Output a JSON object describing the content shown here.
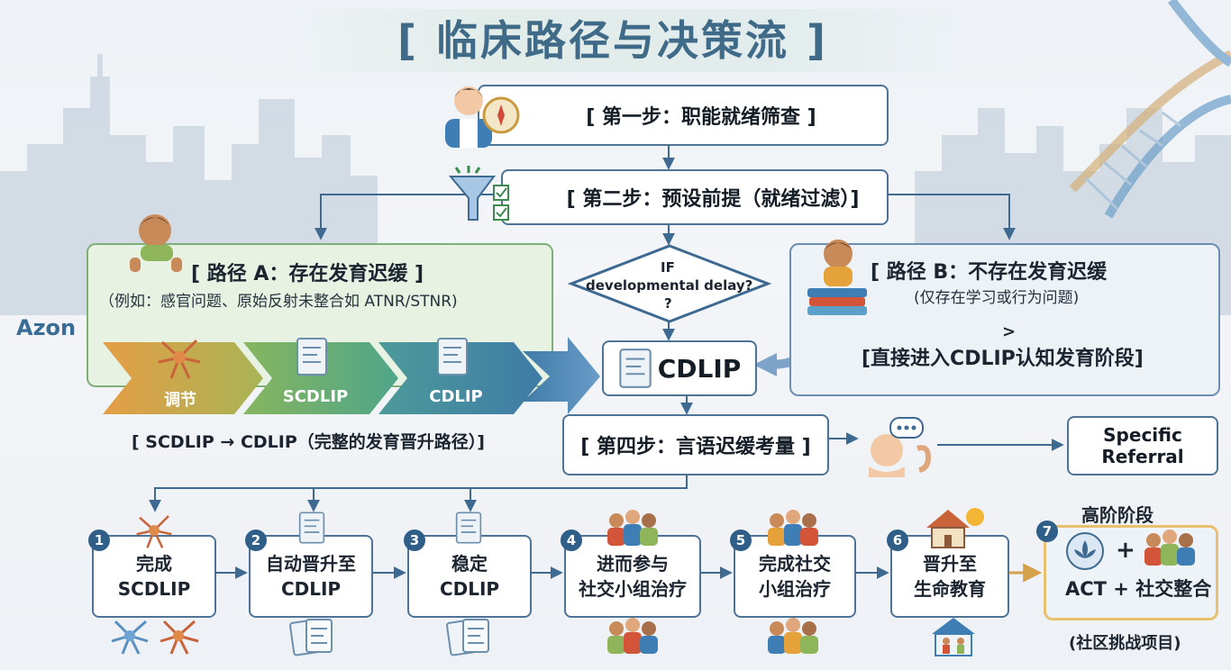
{
  "title": "[ 临床路径与决策流 ]",
  "brand": "Azon",
  "step1": "[ 第一步：职能就绪筛查 ]",
  "step2": "[ 第二步：预设前提（就绪过滤）]",
  "decision": {
    "line1": "IF",
    "line2": "developmental delay?",
    "line3": "?"
  },
  "path_a": {
    "title": "[ 路径 A：存在发育迟缓 ]",
    "example": "（例如：感官问题、原始反射未整合如 ATNR/STNR)",
    "chevrons": [
      "调节",
      "SCDLIP",
      "CDLIP"
    ],
    "caption": "[ SCDLIP → CDLIP（完整的发育晋升路径）]"
  },
  "path_b": {
    "title": "[ 路径 B：不存在发育迟缓",
    "subtitle": "(仅存在学习或行为问题)",
    "gt": ">",
    "direct": "[直接进入CDLIP认知发育阶段]"
  },
  "cdlip_center": "CDLIP",
  "step4": "[ 第四步：言语迟缓考量 ]",
  "referral": {
    "line1": "Specific",
    "line2": "Referral"
  },
  "high_stage": "高阶阶段",
  "stages": [
    {
      "num": "1",
      "lines": [
        "完成",
        "SCDLIP"
      ]
    },
    {
      "num": "2",
      "lines": [
        "自动晋升至",
        "CDLIP"
      ]
    },
    {
      "num": "3",
      "lines": [
        "稳定",
        "CDLIP"
      ]
    },
    {
      "num": "4",
      "lines": [
        "进而参与",
        "社交小组治疗"
      ]
    },
    {
      "num": "5",
      "lines": [
        "完成社交",
        "小组治疗"
      ]
    },
    {
      "num": "6",
      "lines": [
        "晋升至",
        "生命教育"
      ]
    },
    {
      "num": "7",
      "lines": [
        "ACT + 社交整合"
      ]
    }
  ],
  "final_plus": "+",
  "community": "(社区挑战项目)",
  "colors": {
    "border_blue": "#4e7394",
    "arrow_blue": "#3e6a92",
    "path_a_green": "#7fb078",
    "final_gold": "#e8c070"
  }
}
